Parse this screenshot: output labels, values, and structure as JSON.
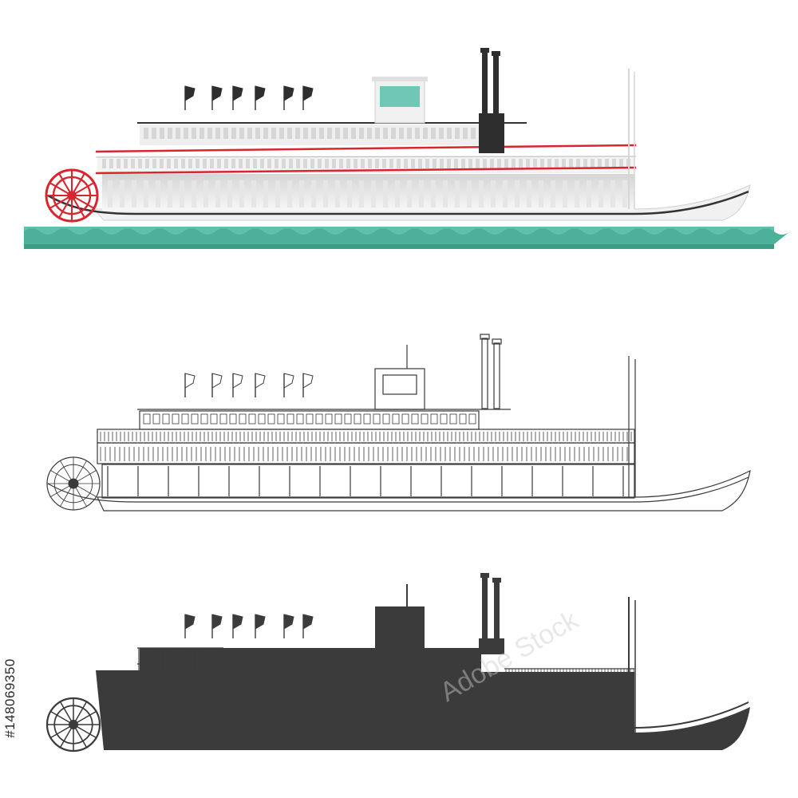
{
  "image": {
    "kind": "stock vector illustration",
    "subject": "paddle steamer riverboat",
    "variants": [
      {
        "id": "color",
        "style": "flat color"
      },
      {
        "id": "outline",
        "style": "line art"
      },
      {
        "id": "silhouette",
        "style": "solid silhouette"
      }
    ]
  },
  "watermark": {
    "text": "Adobe Stock"
  },
  "stock_id": {
    "text": "#148069350"
  },
  "colors": {
    "hull": "#f4f4f4",
    "deck_shade": "#e2e2e2",
    "trim_red": "#d9262e",
    "wheel_red": "#d9262e",
    "water": "#5fc0ad",
    "water_dark": "#3a9e85",
    "pilot_glass": "#6fc8b6",
    "chimney": "#2e2e2e",
    "flag": "#2e2e2e",
    "line": "#3a3a3a",
    "silhouette": "#3b3b3b"
  },
  "icons": [
    "flag-icon",
    "paddle-wheel-icon",
    "smokestack-icon"
  ]
}
